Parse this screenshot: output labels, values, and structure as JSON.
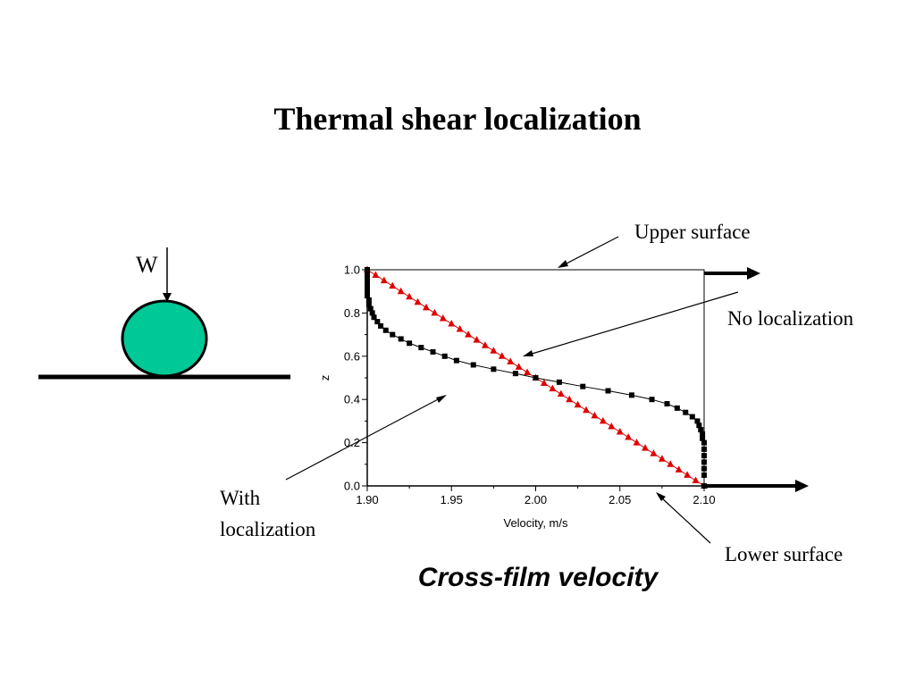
{
  "title": "Thermal shear localization",
  "caption": "Cross-film velocity",
  "annotations": {
    "upper_surface": "Upper surface",
    "no_localization": "No localization",
    "with_localization_line1": "With",
    "with_localization_line2": "localization",
    "lower_surface": "Lower surface"
  },
  "load_label": "W",
  "colors": {
    "ball_fill": "#00c896",
    "no_localization_series": "#e00000",
    "with_localization_series": "#000000"
  },
  "chart_data": {
    "type": "scatter",
    "xlabel": "Velocity, m/s",
    "ylabel": "z",
    "xlim": [
      1.9,
      2.1
    ],
    "ylim": [
      0.0,
      1.0
    ],
    "x_ticks": [
      "1.90",
      "1.95",
      "2.00",
      "2.05",
      "2.10"
    ],
    "y_ticks": [
      "0.0",
      "0.2",
      "0.4",
      "0.6",
      "0.8",
      "1.0"
    ],
    "series": [
      {
        "name": "No localization",
        "marker": "triangle",
        "x": [
          1.9,
          1.905,
          1.91,
          1.915,
          1.92,
          1.925,
          1.93,
          1.935,
          1.94,
          1.945,
          1.95,
          1.955,
          1.96,
          1.965,
          1.97,
          1.975,
          1.98,
          1.985,
          1.99,
          1.995,
          2.0,
          2.005,
          2.01,
          2.015,
          2.02,
          2.025,
          2.03,
          2.035,
          2.04,
          2.045,
          2.05,
          2.055,
          2.06,
          2.065,
          2.07,
          2.075,
          2.08,
          2.085,
          2.09,
          2.095,
          2.1
        ],
        "y": [
          1.0,
          0.975,
          0.95,
          0.925,
          0.9,
          0.875,
          0.85,
          0.825,
          0.8,
          0.775,
          0.75,
          0.725,
          0.7,
          0.675,
          0.65,
          0.625,
          0.6,
          0.575,
          0.55,
          0.525,
          0.5,
          0.475,
          0.45,
          0.425,
          0.4,
          0.375,
          0.35,
          0.325,
          0.3,
          0.275,
          0.25,
          0.225,
          0.2,
          0.175,
          0.15,
          0.125,
          0.1,
          0.075,
          0.05,
          0.025,
          0.0
        ]
      },
      {
        "name": "With localization",
        "marker": "square",
        "x": [
          1.9,
          1.9,
          1.9,
          1.9,
          1.9,
          1.9,
          1.9,
          1.901,
          1.901,
          1.902,
          1.903,
          1.904,
          1.906,
          1.908,
          1.911,
          1.915,
          1.92,
          1.925,
          1.932,
          1.939,
          1.946,
          1.953,
          1.963,
          1.975,
          1.988,
          2.0,
          2.014,
          2.028,
          2.043,
          2.057,
          2.069,
          2.078,
          2.084,
          2.089,
          2.093,
          2.096,
          2.097,
          2.098,
          2.099,
          2.099,
          2.1,
          2.1,
          2.1,
          2.1,
          2.1,
          2.1,
          2.1
        ],
        "y": [
          1.0,
          0.98,
          0.96,
          0.94,
          0.92,
          0.9,
          0.88,
          0.86,
          0.84,
          0.82,
          0.8,
          0.78,
          0.76,
          0.74,
          0.72,
          0.7,
          0.68,
          0.66,
          0.64,
          0.62,
          0.6,
          0.58,
          0.56,
          0.54,
          0.52,
          0.5,
          0.48,
          0.46,
          0.44,
          0.42,
          0.4,
          0.38,
          0.36,
          0.34,
          0.32,
          0.3,
          0.28,
          0.26,
          0.24,
          0.22,
          0.2,
          0.17,
          0.14,
          0.11,
          0.08,
          0.05,
          0.0
        ]
      }
    ]
  }
}
